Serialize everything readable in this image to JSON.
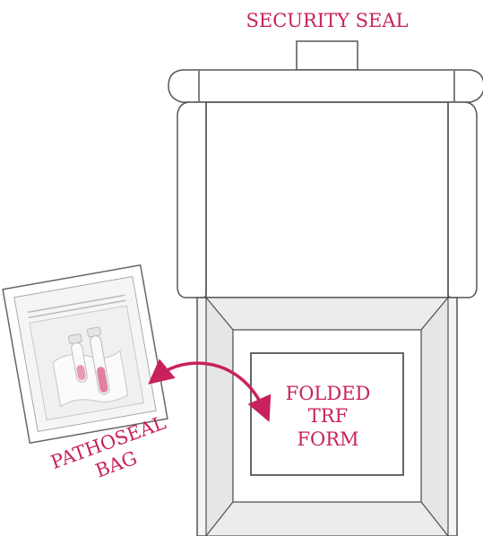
{
  "labels": {
    "security_seal": "SECURITY SEAL",
    "pathoseal_bag_line1": "PATHOSEAL",
    "pathoseal_bag_line2": "BAG",
    "trf_form_line1": "FOLDED",
    "trf_form_line2": "TRF",
    "trf_form_line3": "FORM"
  },
  "colors": {
    "accent": "#c8215d",
    "outline": "#555555",
    "panel_fill": "#ececec"
  }
}
